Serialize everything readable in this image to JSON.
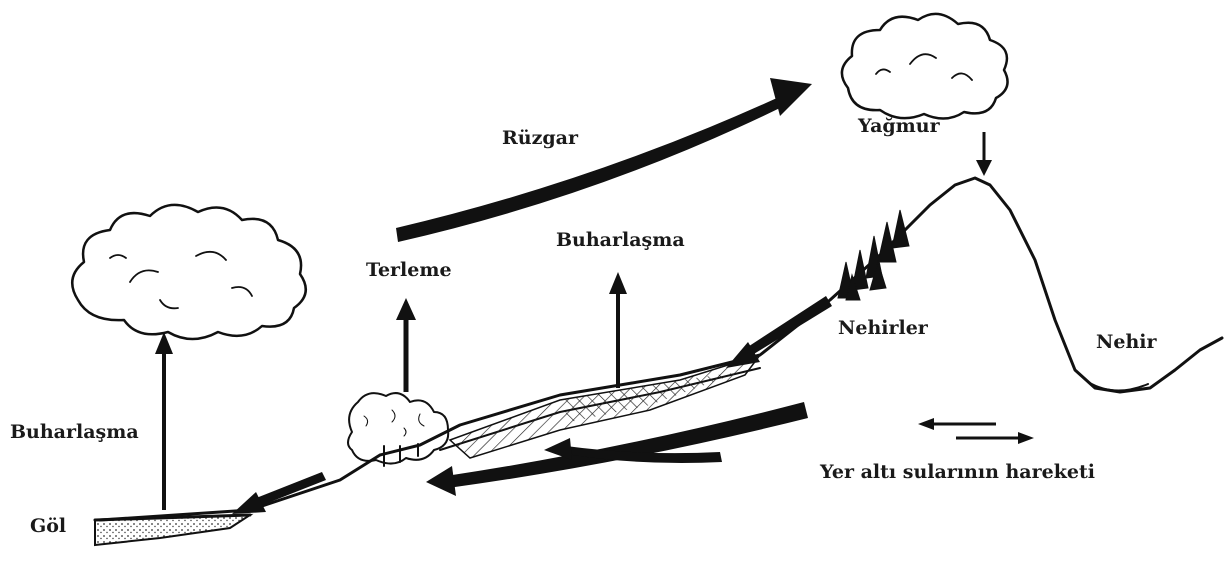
{
  "labels": {
    "ruzgar": "Rüzgar",
    "yagmur": "Yağmur",
    "terleme": "Terleme",
    "buharlasma_mid": "Buharlaşma",
    "buharlasma_left": "Buharlaşma",
    "nehirler": "Nehirler",
    "nehir": "Nehir",
    "gol": "Göl",
    "yer_alti": "Yer altı sularının hareketi"
  },
  "colors": {
    "ink": "#111111",
    "background": "#ffffff"
  }
}
